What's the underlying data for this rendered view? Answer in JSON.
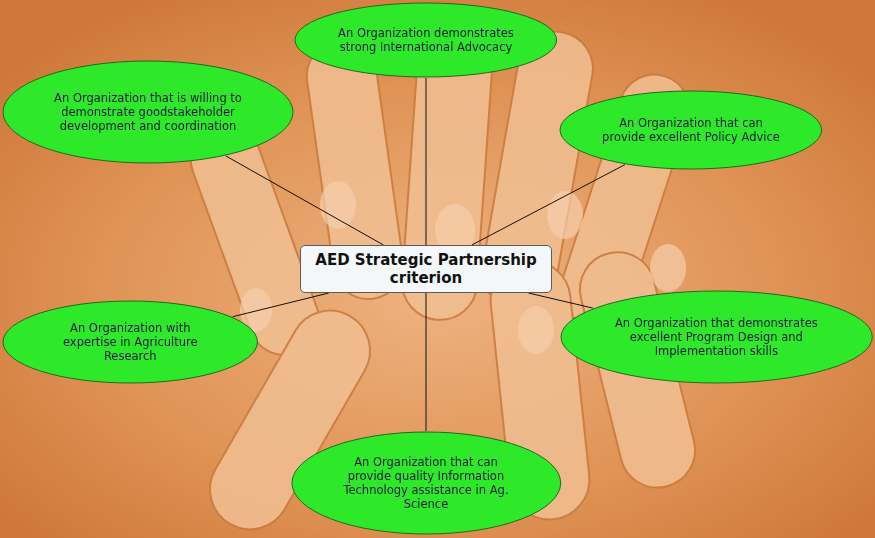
{
  "diagram": {
    "nodes": [
      {
        "text": [
          "An Organization demonstrates strong International Advocacy"
        ]
      },
      {
        "text": [
          "An Organization that is willing to demonstrate goodstakeholder development and coordination"
        ]
      },
      {
        "text": [
          "An Organization that can provide excellent Policy Advice"
        ]
      },
      {
        "text": [
          "AED Strategic Partnership criterion"
        ]
      },
      {
        "text": [
          "An Organization with expertise in Agriculture Research"
        ]
      },
      {
        "text": [
          "An Organization that demonstrates excellent Program Design and Implementation skills"
        ]
      },
      {
        "text": [
          "An Organization that can provide quality Information Technology assistance in Ag. Science"
        ]
      }
    ],
    "edges": [
      {
        "from": 3,
        "to": 0,
        "arrow": "none"
      },
      {
        "from": 3,
        "to": 1,
        "arrow": "none"
      },
      {
        "from": 3,
        "to": 2,
        "arrow": "none"
      },
      {
        "from": 3,
        "to": 4,
        "arrow": "none"
      },
      {
        "from": 3,
        "to": 5,
        "arrow": "none"
      },
      {
        "from": 3,
        "to": 6,
        "arrow": "none"
      }
    ]
  }
}
